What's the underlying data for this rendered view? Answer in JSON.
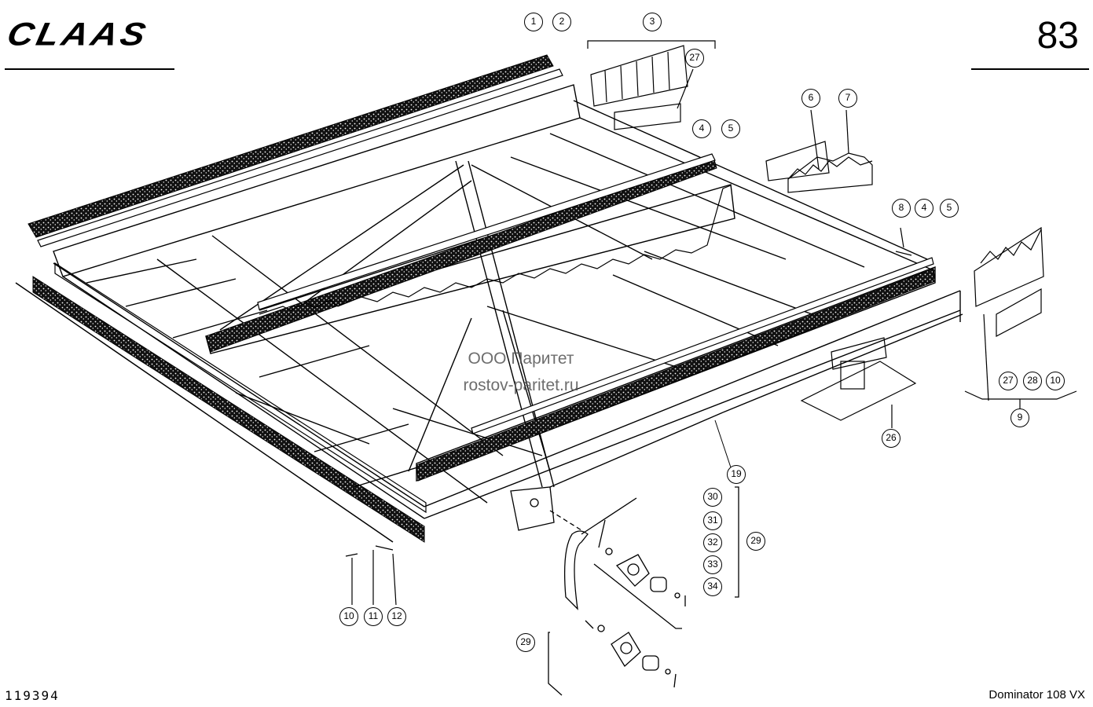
{
  "header": {
    "brand": "CLAAS",
    "page_number": "83"
  },
  "footer": {
    "drawing_number": "119394",
    "model": "Dominator 108 VX"
  },
  "watermark": {
    "line1": "ООО Паритет",
    "line2": "rostov-paritet.ru"
  },
  "callouts": {
    "c1": "1",
    "c2": "2",
    "c3": "3",
    "c27a": "27",
    "c4a": "4",
    "c5a": "5",
    "c6": "6",
    "c7": "7",
    "c8": "8",
    "c4b": "4",
    "c5b": "5",
    "c27b": "27",
    "c28": "28",
    "c10a": "10",
    "c9": "9",
    "c26": "26",
    "c19": "19",
    "c30": "30",
    "c31": "31",
    "c32": "32",
    "c33": "33",
    "c34": "34",
    "c29a": "29",
    "c29b": "29",
    "c10b": "10",
    "c11": "11",
    "c12": "12"
  }
}
